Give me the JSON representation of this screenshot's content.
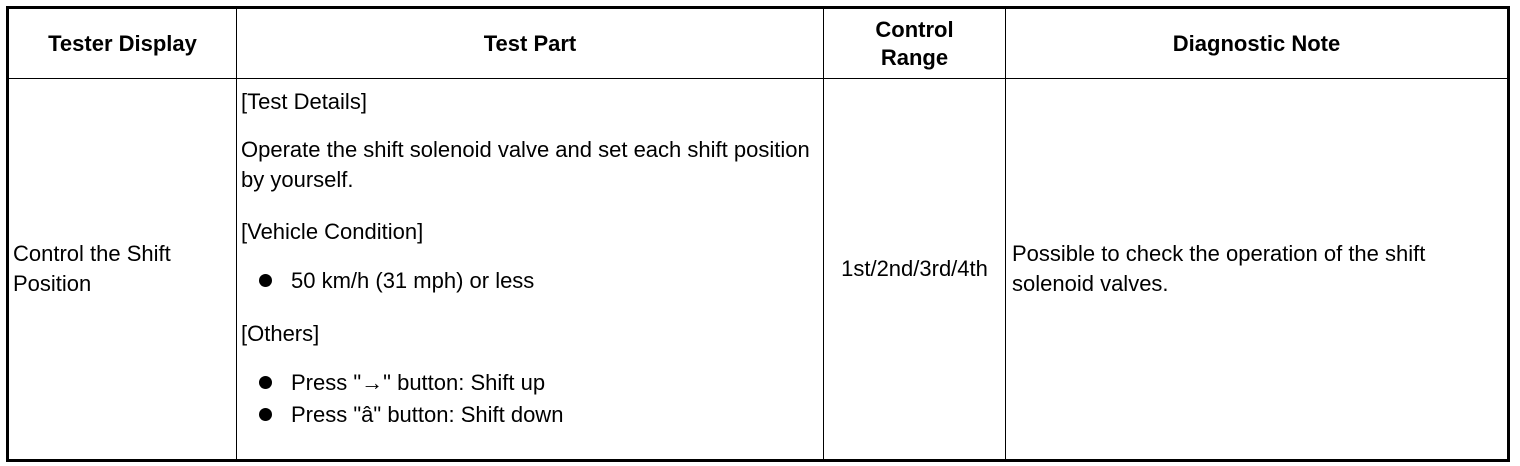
{
  "table": {
    "headers": {
      "tester_display": "Tester Display",
      "test_part": "Test Part",
      "control_range_line1": "Control",
      "control_range_line2": "Range",
      "diagnostic_note": "Diagnostic Note"
    },
    "row": {
      "tester_display": "Control the Shift Position",
      "test_part": {
        "test_details_heading": "[Test Details]",
        "test_details_text": "Operate the shift solenoid valve and set each shift position by yourself.",
        "vehicle_condition_heading": "[Vehicle Condition]",
        "vehicle_condition_items": [
          "50 km/h (31 mph) or less"
        ],
        "others_heading": "[Others]",
        "others_items": [
          "Press \"→\" button: Shift up",
          "Press \"â\" button: Shift down"
        ]
      },
      "control_range": "1st/2nd/3rd/4th",
      "diagnostic_note": "Possible to check the operation of the shift solenoid valves."
    }
  },
  "icons": {
    "bullet": "black-circle-bullet"
  }
}
